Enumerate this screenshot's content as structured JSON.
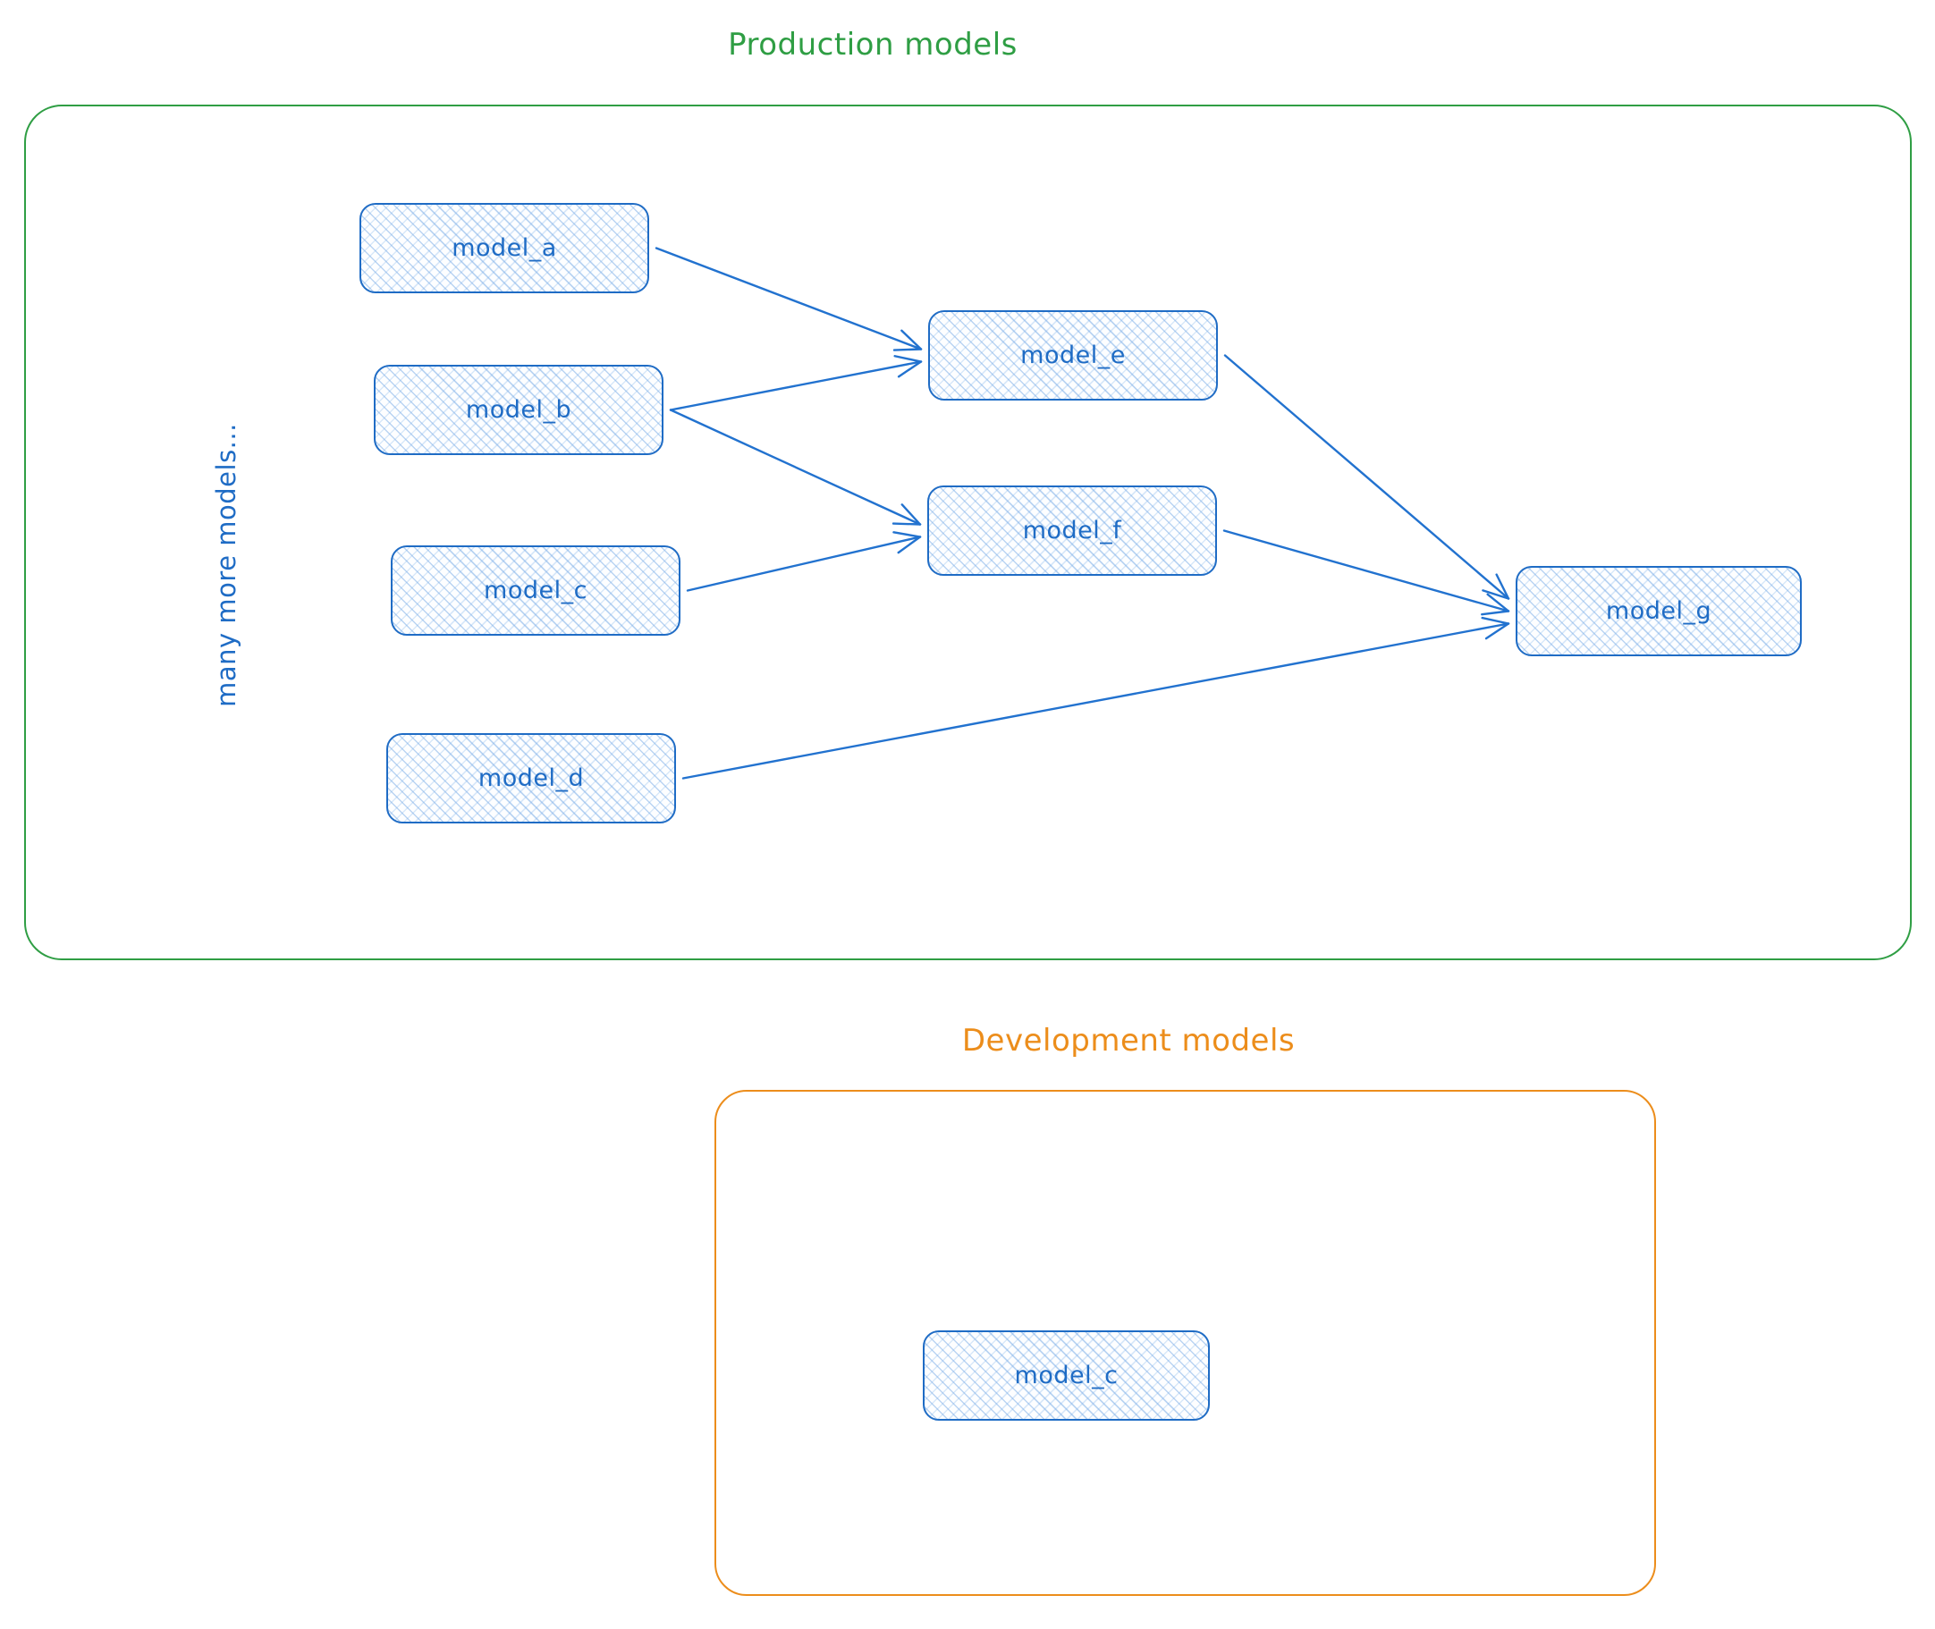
{
  "canvas": {
    "production": {
      "title": "Production models",
      "side_note": "many more models...",
      "nodes": {
        "model_a": {
          "label": "model_a"
        },
        "model_b": {
          "label": "model_b"
        },
        "model_c": {
          "label": "model_c"
        },
        "model_d": {
          "label": "model_d"
        },
        "model_e": {
          "label": "model_e"
        },
        "model_f": {
          "label": "model_f"
        },
        "model_g": {
          "label": "model_g"
        }
      }
    },
    "development": {
      "title": "Development models",
      "nodes": {
        "model_c": {
          "label": "model_c"
        }
      }
    },
    "edges": [
      {
        "from": "model_a",
        "to": "model_e"
      },
      {
        "from": "model_b",
        "to": "model_e"
      },
      {
        "from": "model_b",
        "to": "model_f"
      },
      {
        "from": "model_c",
        "to": "model_f"
      },
      {
        "from": "model_d",
        "to": "model_g"
      },
      {
        "from": "model_e",
        "to": "model_g"
      },
      {
        "from": "model_f",
        "to": "model_g"
      }
    ],
    "colors": {
      "production_accent": "#2f9e44",
      "development_accent": "#ec8d1b",
      "node_stroke": "#1f6cc5",
      "arrow": "#2272cf"
    }
  }
}
